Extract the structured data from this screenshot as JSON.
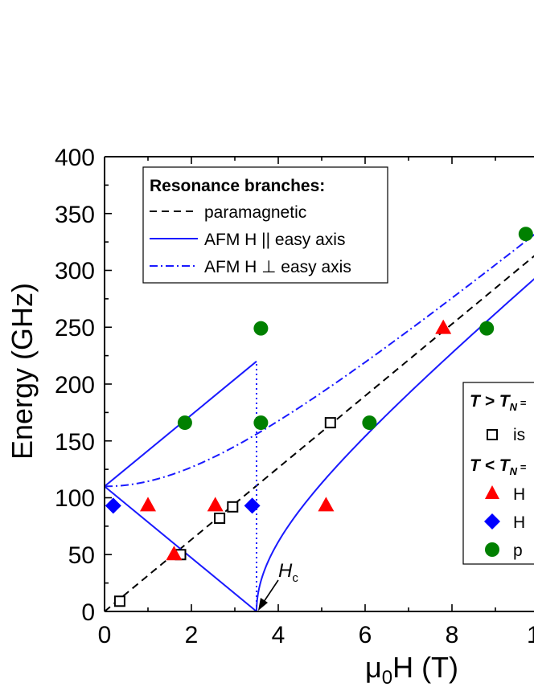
{
  "chart_data": {
    "type": "scatter",
    "xlabel": "μ0H (T)",
    "xlabel_main": "μ",
    "xlabel_sub": "0",
    "xlabel_rest": "H (T)",
    "ylabel": "Energy (GHz)",
    "xlim": [
      0,
      10
    ],
    "ylim": [
      0,
      400
    ],
    "x_ticks": [
      "0",
      "2",
      "4",
      "6",
      "8",
      "1"
    ],
    "y_ticks": [
      "0",
      "50",
      "100",
      "150",
      "200",
      "250",
      "300",
      "350",
      "400"
    ],
    "annotation": {
      "text": "H",
      "sub": "c"
    },
    "colors": {
      "red": "#ff0000",
      "blue": "#0000ff",
      "green": "#008000",
      "line": "#1a1aff",
      "black": "#000000"
    },
    "legend_lines": {
      "title": "Resonance branches:",
      "items": [
        {
          "label": "paramagnetic",
          "style": "dashed-black"
        },
        {
          "label": "AFM H || easy axis",
          "style": "solid-blue"
        },
        {
          "label": "AFM H ⊥ easy axis",
          "style": "dashdot-blue"
        }
      ]
    },
    "legend_markers": {
      "heading1": "T > T",
      "heading1_sub": "N",
      "heading1_rest": " =",
      "item1": "is",
      "heading2": "T < T",
      "heading2_sub": "N",
      "heading2_rest": " =",
      "item2": "H",
      "item3": "H",
      "item4": "p"
    },
    "series": [
      {
        "marker": "open-square",
        "color": "#000000",
        "points": [
          [
            0.35,
            9
          ],
          [
            1.75,
            50
          ],
          [
            2.65,
            82
          ],
          [
            2.95,
            92
          ],
          [
            5.2,
            166
          ]
        ]
      },
      {
        "marker": "triangle",
        "color": "#ff0000",
        "points": [
          [
            1.0,
            93
          ],
          [
            1.6,
            50
          ],
          [
            2.55,
            93
          ],
          [
            5.1,
            93
          ],
          [
            7.8,
            249
          ]
        ]
      },
      {
        "marker": "diamond",
        "color": "#0000ff",
        "points": [
          [
            0.2,
            93
          ],
          [
            3.4,
            93
          ]
        ]
      },
      {
        "marker": "circle",
        "color": "#008000",
        "points": [
          [
            1.85,
            166
          ],
          [
            3.6,
            249
          ],
          [
            3.6,
            166
          ],
          [
            6.1,
            166
          ],
          [
            8.8,
            249
          ],
          [
            9.7,
            332
          ]
        ]
      }
    ],
    "curves": {
      "paramagnetic": {
        "slope": 31.6,
        "intercept": 0
      },
      "afm_parallel_upper": {
        "x": [
          0,
          3.5
        ],
        "y": [
          110,
          220
        ]
      },
      "afm_parallel_lower": {
        "x": [
          0,
          3.5
        ],
        "y": [
          110,
          0
        ]
      },
      "afm_spinflop_vertical": {
        "x": 3.5,
        "y": [
          0,
          220
        ]
      },
      "afm_spinflop": {
        "Hc": 3.5,
        "slope": 31.6
      },
      "afm_perp": {
        "f0": 110,
        "slope": 31.6
      }
    }
  }
}
